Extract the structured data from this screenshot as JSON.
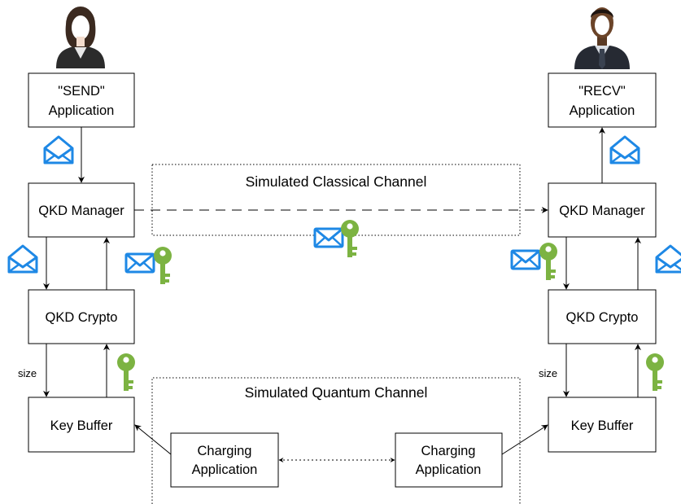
{
  "nodes": {
    "send_app": [
      "\"SEND\"",
      "Application"
    ],
    "recv_app": [
      "\"RECV\"",
      "Application"
    ],
    "left_manager": [
      "QKD Manager"
    ],
    "right_manager": [
      "QKD Manager"
    ],
    "left_crypto": [
      "QKD Crypto"
    ],
    "right_crypto": [
      "QKD Crypto"
    ],
    "left_buffer": [
      "Key Buffer"
    ],
    "right_buffer": [
      "Key Buffer"
    ],
    "left_charging": [
      "Charging",
      "Application"
    ],
    "right_charging": [
      "Charging",
      "Application"
    ]
  },
  "channels": {
    "classical": "Simulated Classical Channel",
    "quantum": "Simulated Quantum Channel"
  },
  "edge_labels": {
    "left_size": "size",
    "right_size": "size"
  },
  "icons": {
    "sender": "woman-user-icon",
    "receiver": "man-user-icon",
    "envelope": "envelope-icon",
    "key": "key-icon"
  },
  "colors": {
    "envelope": "#1e88e5",
    "key": "#7cb342"
  }
}
